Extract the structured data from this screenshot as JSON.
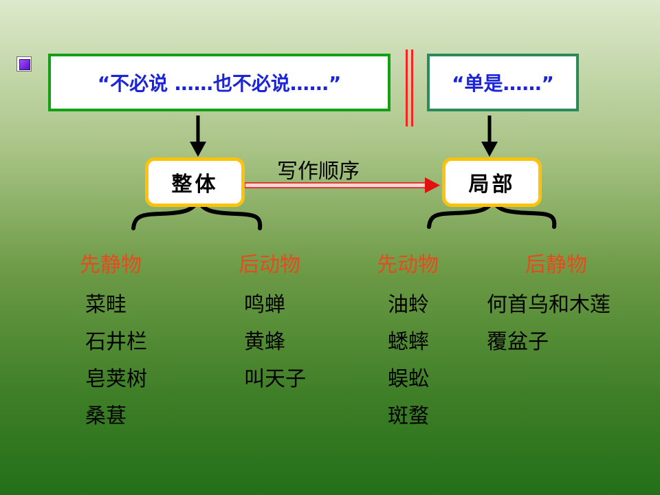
{
  "top_left_quote": "“不必说 ……也不必说……”",
  "top_right_quote": "“单是……”",
  "node_whole": "整体",
  "node_part": "局部",
  "arrow_label": "写作顺序",
  "categories": [
    "先静物",
    "后动物",
    "先动物",
    "后静物"
  ],
  "columns": [
    [
      "菜畦",
      "石井栏",
      "皂荚树",
      "桑葚"
    ],
    [
      "鸣蝉",
      "黄蜂",
      "叫天子"
    ],
    [
      "油蛉",
      "蟋蟀",
      "蜈蚣",
      "斑蝥"
    ],
    [
      "何首乌和木莲",
      "覆盆子"
    ]
  ],
  "colors": {
    "quote_text": "#1b24d6",
    "category_text": "#e84a1e",
    "node_border": "#ffc20a",
    "left_box_border": "#14a014",
    "right_box_border": "#2b8a5a",
    "separator": "#ff2020"
  }
}
